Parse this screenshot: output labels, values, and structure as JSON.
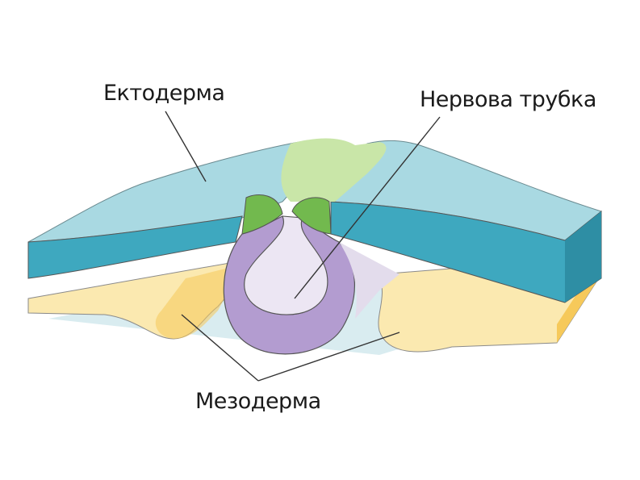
{
  "labels": {
    "ectoderm": "Ектодерма",
    "neural_tube": "Нервова трубка",
    "mesoderm": "Мезодерма"
  },
  "colors": {
    "ectoderm_top": "#a9d9e2",
    "ectoderm_side": "#3ea8bf",
    "neural_crest": "#72b94e",
    "neural_plate_light": "#c9e6a8",
    "neural_tube": "#b39cd0",
    "neural_tube_lumen": "#ece6f3",
    "mesoderm": "#fbe9b0",
    "mesoderm_dark": "#f6c95a",
    "endoderm": "#d9ecf0"
  }
}
